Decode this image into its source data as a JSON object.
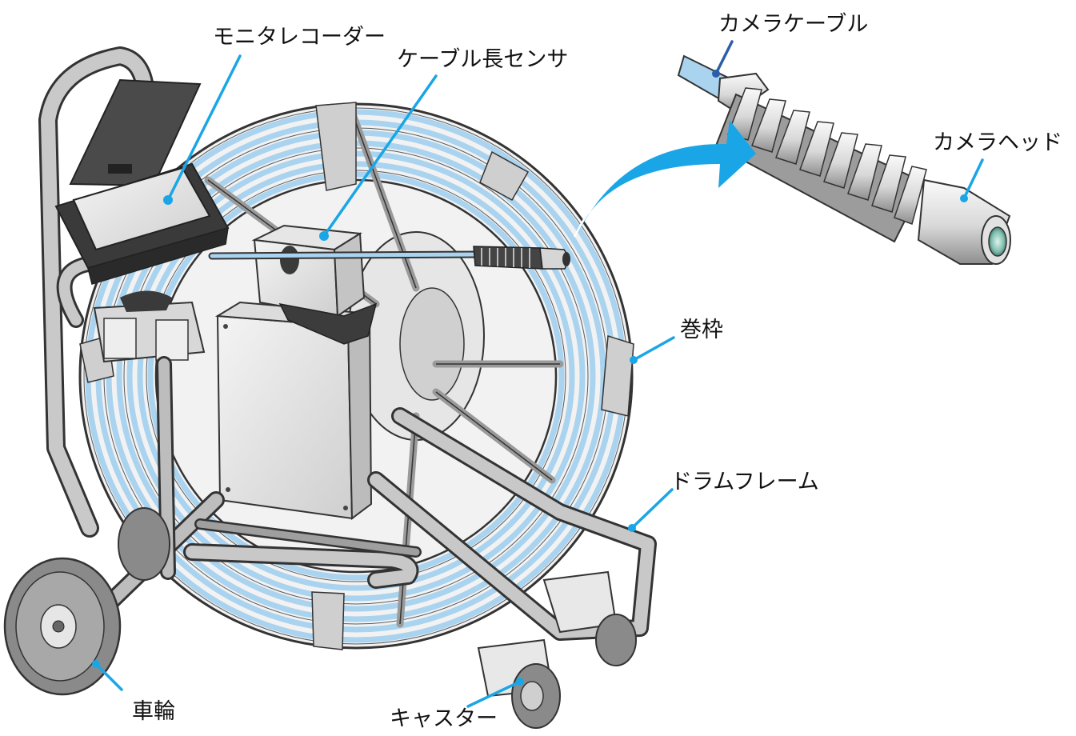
{
  "labels": {
    "monitor_recorder": "モニタレコーダー",
    "cable_length_sensor": "ケーブル長センサ",
    "camera_cable": "カメラケーブル",
    "camera_head": "カメラヘッド",
    "reel_frame": "巻枠",
    "drum_frame": "ドラムフレーム",
    "wheel": "車輪",
    "caster": "キャスター"
  },
  "colors": {
    "leader_line": "#1aa6e6",
    "camera_cable_leader": "#2b5ea8",
    "arrow": "#1aa6e6",
    "cable_blue": "#a9d3ef",
    "frame_gray": "#bdbdbd",
    "outline": "#333333"
  }
}
